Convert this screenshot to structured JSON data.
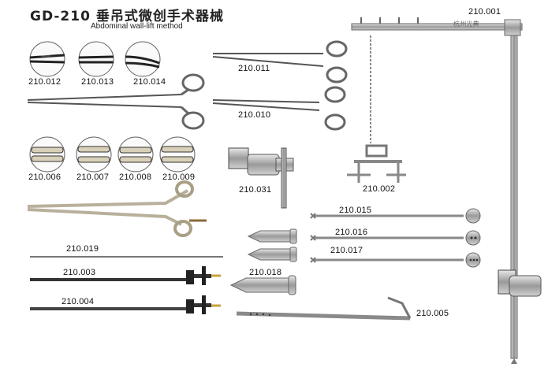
{
  "header": {
    "title": "GD-210 垂吊式微创手术器械",
    "subtitle": "Abdominal wall-lift method"
  },
  "labels": {
    "l001": "210.001",
    "l002": "210.002",
    "l003": "210.003",
    "l004": "210.004",
    "l005": "210.005",
    "l006": "210.006",
    "l007": "210.007",
    "l008": "210.008",
    "l009": "210.009",
    "l010": "210.010",
    "l011": "210.011",
    "l012": "210.012",
    "l013": "210.013",
    "l014": "210.014",
    "l015": "210.015",
    "l016": "210.016",
    "l017": "210.017",
    "l018": "210.018",
    "l019": "210.019",
    "l031": "210.031"
  },
  "stand_marking": "杭州光典"
}
